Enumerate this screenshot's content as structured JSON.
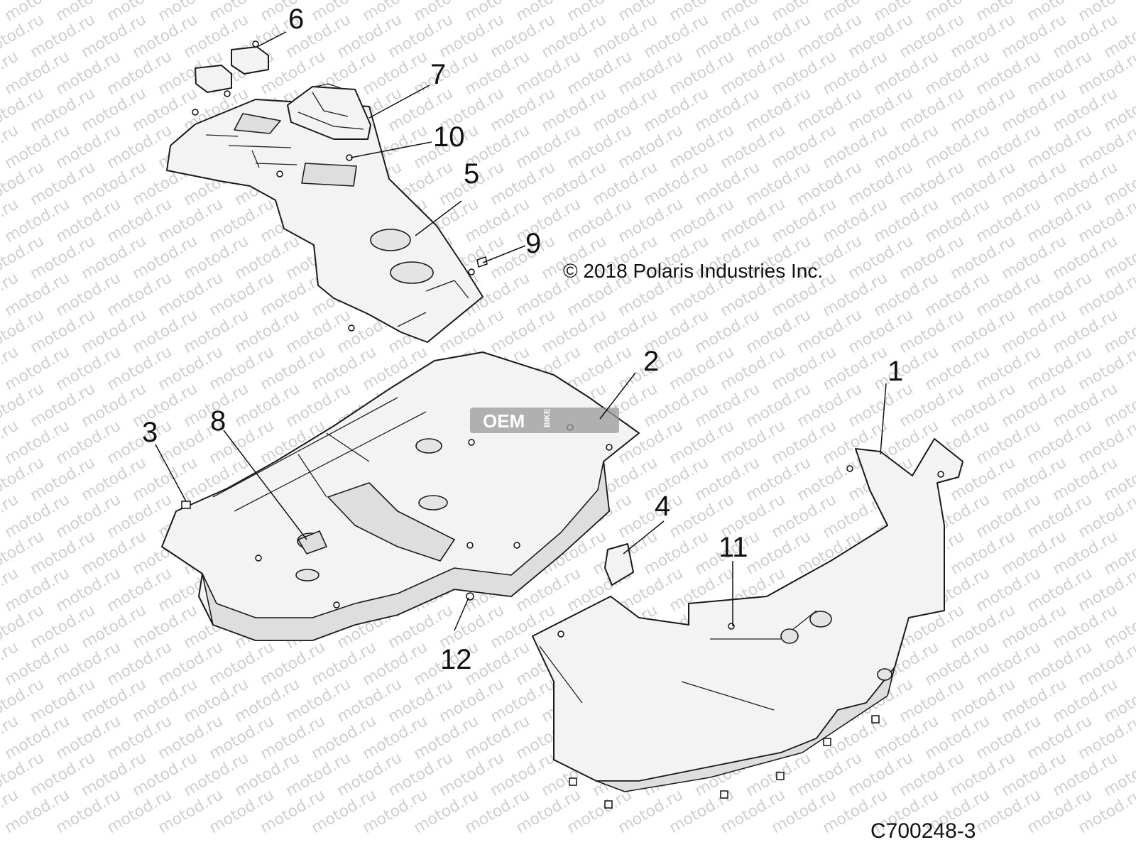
{
  "copyright": "© 2018 Polaris Industries Inc.",
  "figure_code": "C700248-3",
  "watermark": "motod.ru",
  "badge": {
    "text": "OEM",
    "small": "BIKE"
  },
  "callouts": [
    {
      "id": "1",
      "label": "1"
    },
    {
      "id": "2",
      "label": "2"
    },
    {
      "id": "3",
      "label": "3"
    },
    {
      "id": "4",
      "label": "4"
    },
    {
      "id": "5",
      "label": "5"
    },
    {
      "id": "6",
      "label": "6"
    },
    {
      "id": "7",
      "label": "7"
    },
    {
      "id": "8",
      "label": "8"
    },
    {
      "id": "9",
      "label": "9"
    },
    {
      "id": "10",
      "label": "10"
    },
    {
      "id": "11",
      "label": "11"
    },
    {
      "id": "12",
      "label": "12"
    }
  ],
  "colors": {
    "line": "#1a1a1a",
    "part_fill": "#f3f3f3",
    "watermark": "#cfcfcf",
    "badge": "#9a9a9a"
  }
}
